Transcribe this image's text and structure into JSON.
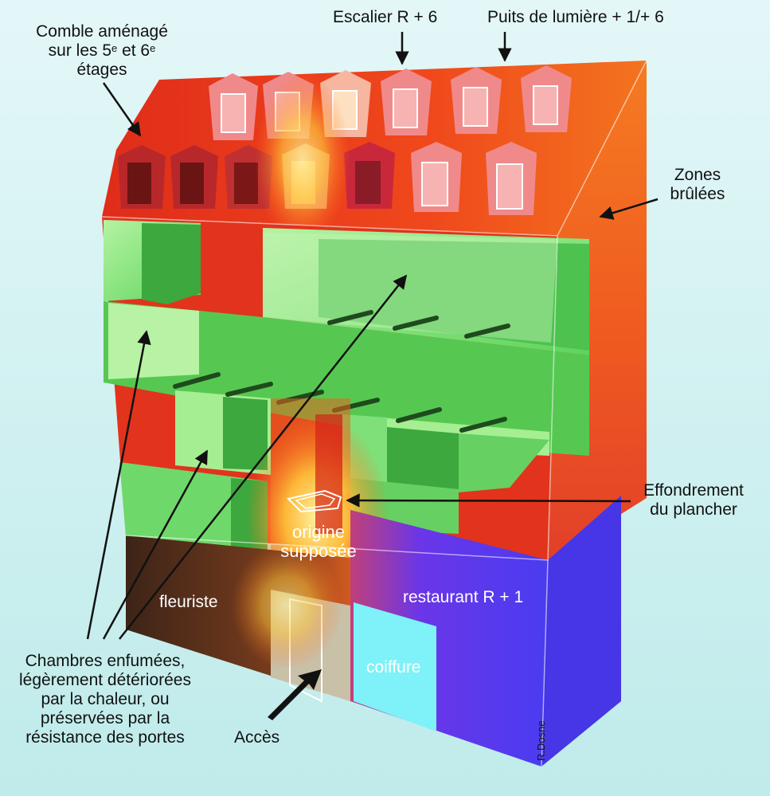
{
  "labels": {
    "attic_line1": "Comble aménagé",
    "attic_line2_a": "sur les 5",
    "attic_line2_sup1": "e",
    "attic_line2_b": " et 6",
    "attic_line2_sup2": "e",
    "attic_line3": "étages",
    "stair": "Escalier R + 6",
    "skylight": "Puits de lumière + 1/+ 6",
    "burned_line1": "Zones",
    "burned_line2": "brûlées",
    "collapse_line1": "Effondrement",
    "collapse_line2": "du plancher",
    "origin_line1": "origine",
    "origin_line2": "supposée",
    "florist": "fleuriste",
    "restaurant": "restaurant R + 1",
    "hairdresser": "coiffure",
    "access": "Accès",
    "rooms_line1": "Chambres enfumées,",
    "rooms_line2": "légèrement détériorées",
    "rooms_line3": "par la chaleur, ou",
    "rooms_line4": "préservées par la",
    "rooms_line5": "résistance des portes",
    "credit": "R.Dosne"
  },
  "colors": {
    "background_top": "#dff5f7",
    "background_bottom": "#c2ecec",
    "burned_zone": "#e83a1c",
    "burned_side": "#f26a1e",
    "smoke_rooms": "#6fd86a",
    "smoke_rooms_light": "#c8f5b8",
    "ground_floor_blue": "#5a3cf0",
    "hairdresser_cyan": "#7ff1f8",
    "florist_brown": "#5a2f1c",
    "fire_glow": "#ffd24a"
  }
}
